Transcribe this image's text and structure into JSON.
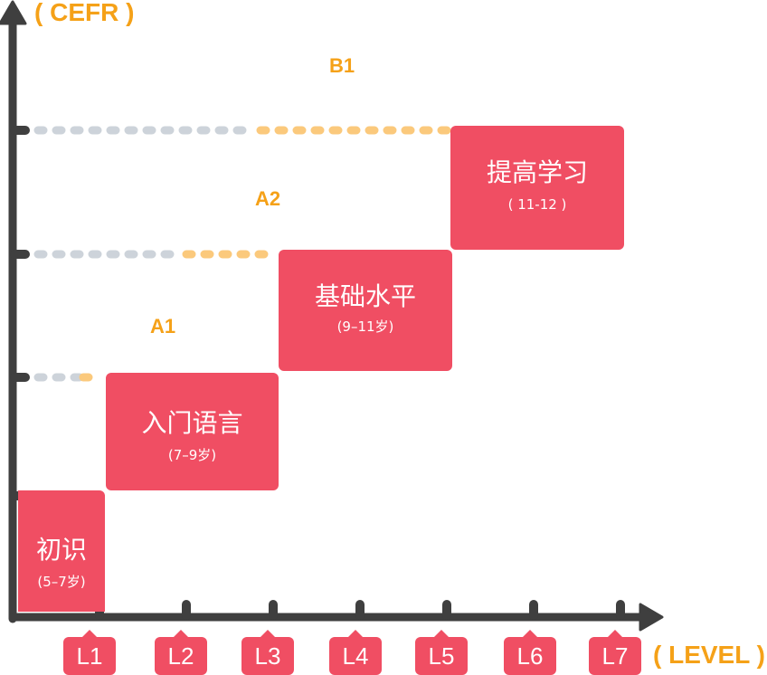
{
  "y_axis_title": "( CEFR )",
  "x_axis_title": "( LEVEL )",
  "cefr_levels": [
    "A1",
    "A2",
    "B1"
  ],
  "levels": [
    "L1",
    "L2",
    "L3",
    "L4",
    "L5",
    "L6",
    "L7"
  ],
  "stages": [
    {
      "title": "初识",
      "ages": "(5–7岁)"
    },
    {
      "title": "入门语言",
      "ages": "(7–9岁)"
    },
    {
      "title": "基础水平",
      "ages": "(9–11岁)"
    },
    {
      "title": "提高学习",
      "ages": "( 11-12 )"
    }
  ],
  "colors": {
    "axis": "#3f3f3f",
    "card": "#f04e63",
    "accent": "#f5a118",
    "dash_gray": "#cdd3da",
    "dash_orange": "#fbc97c"
  }
}
